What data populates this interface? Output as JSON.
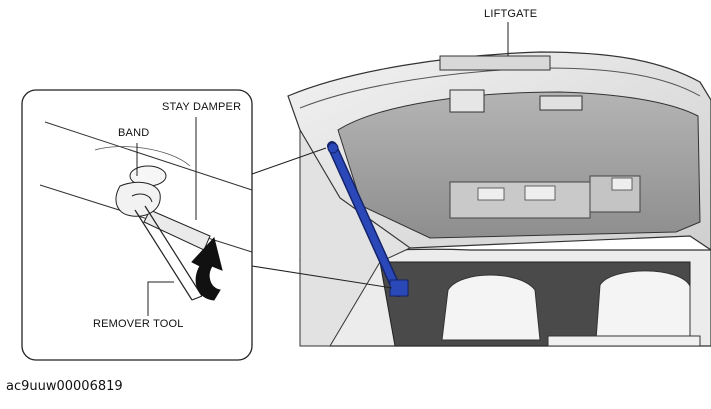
{
  "labels": {
    "liftgate": "LIFTGATE",
    "stay_damper": "STAY DAMPER",
    "band": "BAND",
    "remover_tool": "REMOVER TOOL"
  },
  "figure_code": "ac9uuw00006819",
  "colors": {
    "damper_blue": "#2a48b8",
    "line": "#222222",
    "panel_gray": "#a7a7a7",
    "body_light": "#dcdcdc"
  }
}
